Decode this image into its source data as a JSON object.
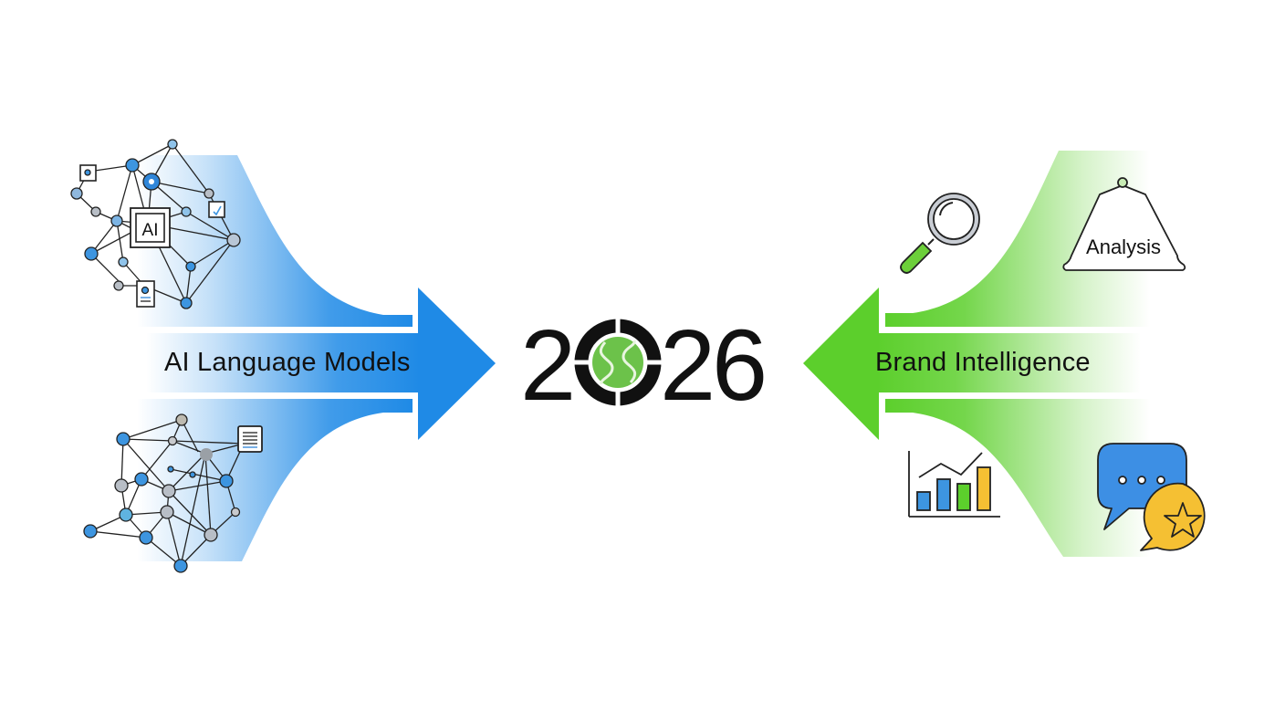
{
  "diagram": {
    "center_title": "2026",
    "center_digits": [
      "2",
      "0",
      "2",
      "6"
    ],
    "left_flow": {
      "label": "AI Language Models",
      "direction": "right",
      "color": "#1f8ae6",
      "icons": [
        "ai-network-icon",
        "knowledge-graph-icon"
      ],
      "ai_chip_text": "AI"
    },
    "right_flow": {
      "label": "Brand Intelligence",
      "direction": "left",
      "color": "#5ccf2c",
      "icons": [
        "magnifier-icon",
        "analysis-bell-icon",
        "bar-chart-icon",
        "chat-review-icon"
      ],
      "analysis_text": "Analysis"
    },
    "colors": {
      "blue": "#1f8ae6",
      "green": "#5ccf2c",
      "logo_green": "#6cc24a",
      "black": "#111111",
      "yellow": "#f5c033",
      "node_blue": "#3d95e0",
      "node_gray": "#b8bec6"
    }
  }
}
